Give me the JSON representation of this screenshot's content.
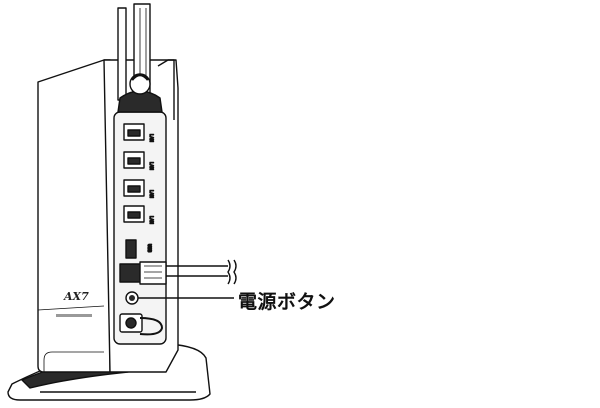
{
  "diagram": {
    "callout_label": "電源ボタン",
    "brand_logo_text": "AX7",
    "ports": {
      "lan_labels": [
        "LAN",
        "LAN",
        "LAN",
        "LAN"
      ],
      "usb_label": "USB"
    },
    "colors": {
      "stroke": "#111111",
      "body_fill": "#ffffff",
      "panel_fill": "#f4f4f4",
      "shadow": "#2a2a2a"
    }
  }
}
